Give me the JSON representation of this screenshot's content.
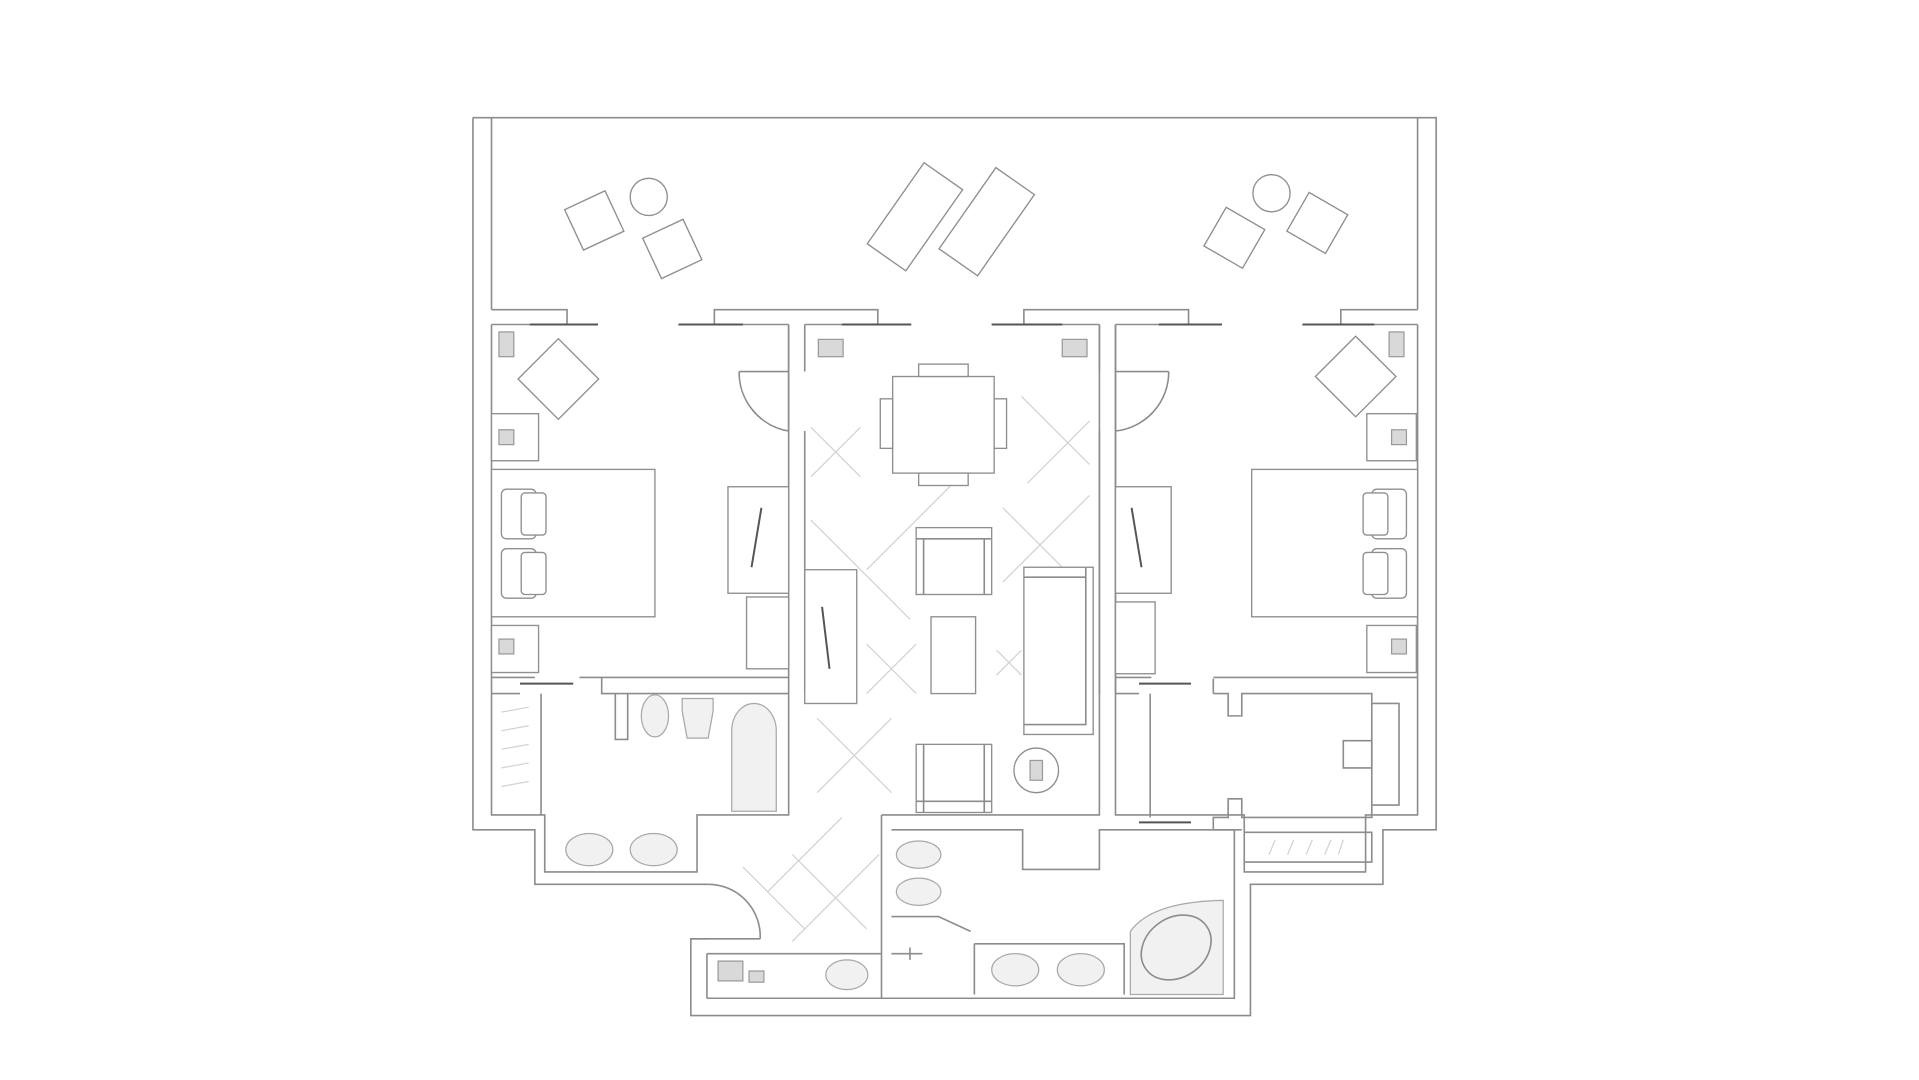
{
  "floor_plan": {
    "colors": {
      "background": "#ffffff",
      "wall_line": "#8c8c8c",
      "fixture_fill": "#d9d9d9",
      "floor_tile_line": "#d2d2d2"
    },
    "rooms": [
      "terrace",
      "left-bedroom",
      "left-bathroom",
      "living-room",
      "right-bedroom",
      "right-dressing-room",
      "main-bathroom",
      "entry-hall"
    ],
    "icons": [
      "lounge-chair-icon",
      "sun-lounger-icon",
      "round-table-icon",
      "bed-icon",
      "bathtub-icon",
      "toilet-icon",
      "sink-icon",
      "corner-bathtub-icon",
      "sofa-icon",
      "armchair-icon",
      "dining-table-icon"
    ]
  }
}
